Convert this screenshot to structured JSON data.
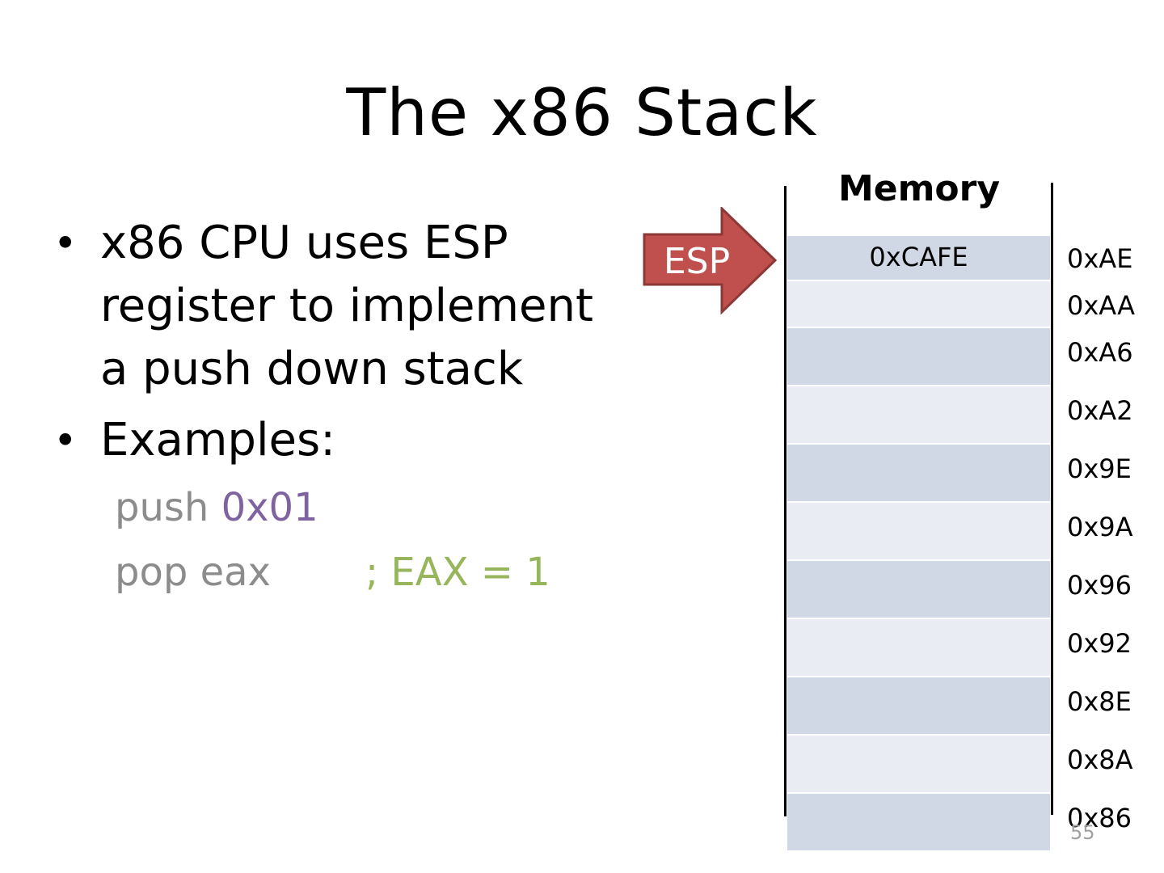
{
  "slide": {
    "title": "The x86 Stack",
    "bullets": [
      "x86 CPU uses ESP register to implement a push down stack",
      "Examples:"
    ],
    "bullet_glyph": "•",
    "code": {
      "line1_op": "push ",
      "line1_arg": "0x01",
      "line2_op": "pop eax",
      "line2_comment": "; EAX = 1"
    },
    "page_number": "55"
  },
  "stack": {
    "label": "Memory",
    "pointer_label": "ESP",
    "pointer_color": "#c0504d",
    "cells": [
      {
        "value": "0xCAFE",
        "address": "0xAE"
      },
      {
        "value": "",
        "address": "0xAA"
      },
      {
        "value": "",
        "address": "0xA6"
      },
      {
        "value": "",
        "address": "0xA2"
      },
      {
        "value": "",
        "address": "0x9E"
      },
      {
        "value": "",
        "address": "0x9A"
      },
      {
        "value": "",
        "address": "0x96"
      },
      {
        "value": "",
        "address": "0x92"
      },
      {
        "value": "",
        "address": "0x8E"
      },
      {
        "value": "",
        "address": "0x8A"
      },
      {
        "value": "",
        "address": "0x86"
      }
    ]
  }
}
